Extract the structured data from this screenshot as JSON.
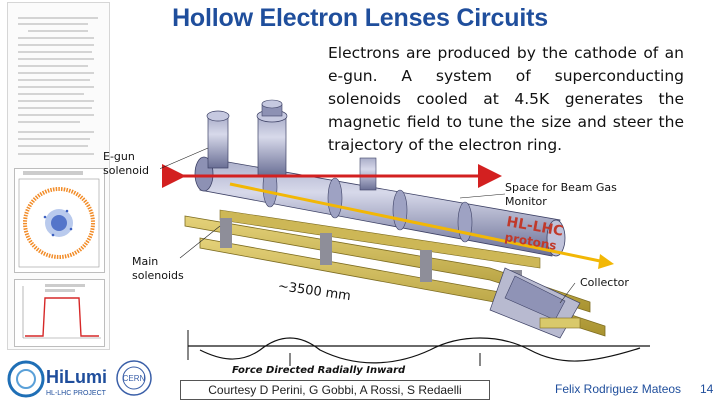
{
  "slide": {
    "title": "Hollow Electron Lenses Circuits",
    "description": "Electrons are produced by the cathode of an e-gun. A system of superconducting solenoids cooled at 4.5K generates the magnetic field to tune the size and steer the trajectory of the electron ring.",
    "page_number": "14"
  },
  "labels": {
    "egun_solenoid": "E-gun solenoid",
    "space_beam_gas": "Space for Beam Gas Monitor",
    "hl_lhc": "HL-LHC",
    "protons": "protons",
    "main_solenoids": "Main solenoids",
    "length": "~3500 mm",
    "collector": "Collector",
    "force_caption": "Force Directed Radially Inward"
  },
  "footer": {
    "credit": "Courtesy D Perini, G Gobbi, A Rossi, S Redaelli",
    "presenter": "Felix Rodriguez Mateos"
  },
  "logos": {
    "hilumi_main": "HiLumi",
    "hilumi_sub": "HL-LHC PROJECT",
    "cern": "CERN"
  },
  "colors": {
    "title": "#1f4e9c",
    "beam_arrow": "#d32020",
    "proton_arrow": "#f2b705",
    "hl_lhc_label": "#c0392b"
  }
}
